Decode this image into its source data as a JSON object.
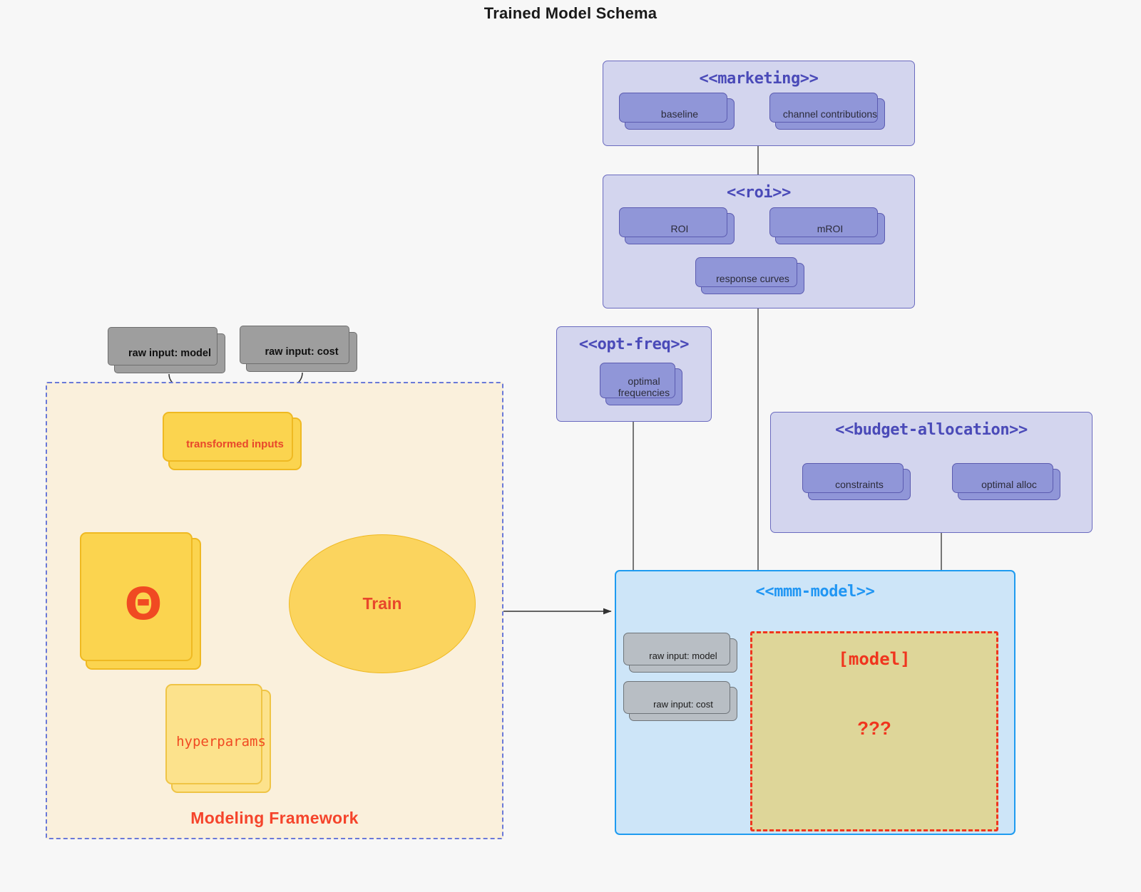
{
  "page": {
    "title": "Trained Model Schema",
    "background": "#F7F7F7"
  },
  "colors": {
    "package_fill": "#D3D5EE",
    "package_border": "#6A6ABF",
    "package_title": "#4A4AB8",
    "node_fill": "#9096D8",
    "node_border": "#5B5BB0",
    "mmm_fill": "#CDE5F8",
    "mmm_border": "#1E9BF0",
    "mmm_title": "#2196F3",
    "framework_fill": "#FAF0DC",
    "framework_border": "#6A79D8",
    "accent_red": "#F0351E",
    "yellow_solid": "#FBD44F",
    "yellow_pale": "#FCE28C",
    "grey_node": "#9E9E9E",
    "model_box_fill": "#DED699"
  },
  "packages": {
    "marketing": {
      "title": "<<marketing>>",
      "nodes": [
        {
          "label": "baseline"
        },
        {
          "label": "channel contributions"
        }
      ]
    },
    "roi": {
      "title": "<<roi>>",
      "nodes": [
        {
          "label": "ROI"
        },
        {
          "label": "mROI"
        },
        {
          "label": "response curves"
        }
      ]
    },
    "opt_freq": {
      "title": "<<opt-freq>>",
      "nodes": [
        {
          "label": "optimal\nfrequencies",
          "line1": "optimal",
          "line2": "frequencies"
        }
      ]
    },
    "budget_allocation": {
      "title": "<<budget-allocation>>",
      "nodes": [
        {
          "label": "constraints"
        },
        {
          "label": "optimal alloc"
        }
      ]
    },
    "mmm_model": {
      "title": "<<mmm-model>>",
      "inputs": [
        {
          "label": "raw input: model"
        },
        {
          "label": "raw input: cost"
        }
      ],
      "model_box": {
        "title": "[model]",
        "body": "???"
      }
    }
  },
  "framework": {
    "label": "Modeling Framework",
    "raw_inputs": [
      {
        "label": "raw input: model"
      },
      {
        "label": "raw input: cost"
      }
    ],
    "nodes": {
      "transformed": "transformed inputs",
      "theta": "Θ",
      "hyperparams": "hyperparams",
      "train": "Train"
    }
  }
}
